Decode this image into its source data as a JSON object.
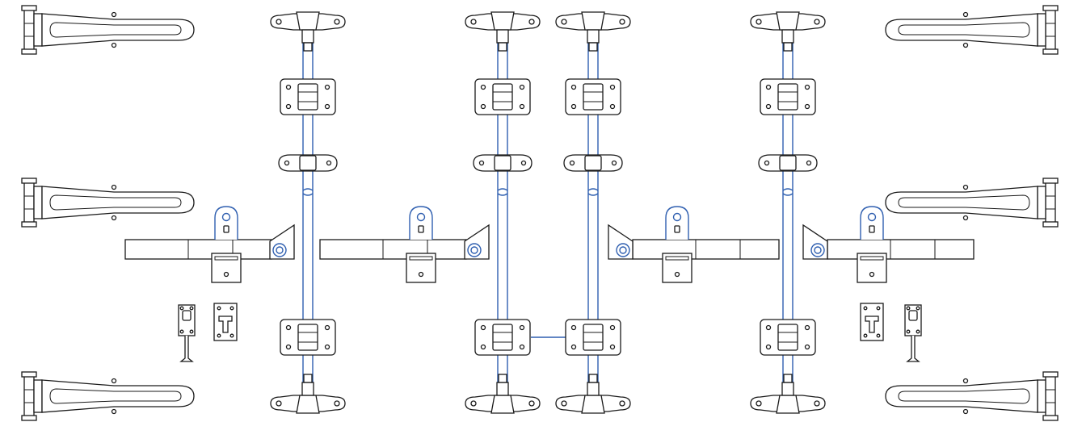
{
  "drawing": {
    "background": "#ffffff",
    "ink_color": "#1a1a1a",
    "rod_color": "#2f5fb0",
    "components": {
      "door_hinges": 6,
      "lock_rods": 4,
      "cam_keepers": 8,
      "rod_guides": 12,
      "locking_handles": 4,
      "handle_retainers": 4,
      "door_holdbacks": 2
    }
  }
}
